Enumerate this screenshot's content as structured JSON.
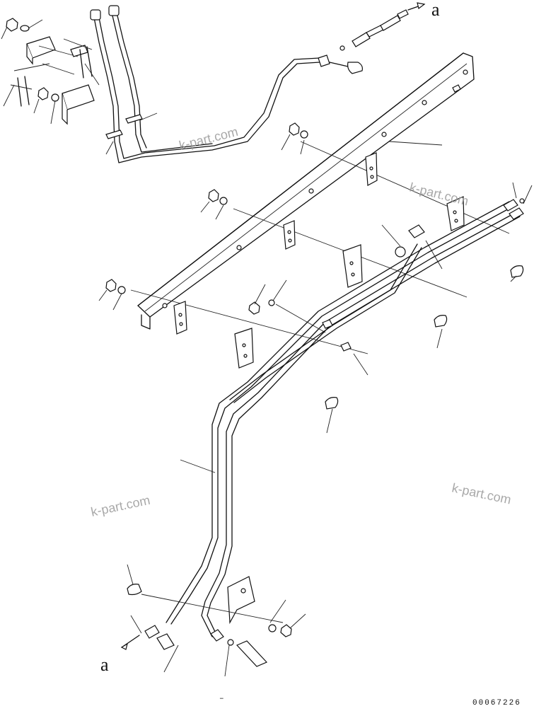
{
  "diagram": {
    "connector_labels": {
      "top": "a",
      "bottom": "a"
    },
    "watermarks": [
      "k-part.com",
      "k-part.com",
      "k-part.com",
      "k-part.com"
    ],
    "drawing_code": "00067226",
    "bottom_mark": "–"
  }
}
